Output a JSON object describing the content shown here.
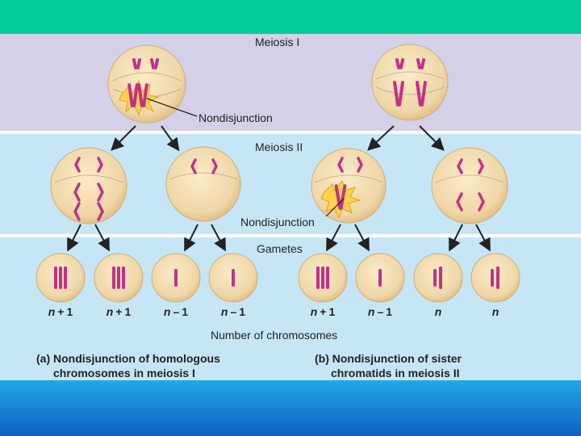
{
  "labels": {
    "meiosis1": "Meiosis I",
    "meiosis2": "Meiosis II",
    "nondisjunction_top": "Nondisjunction",
    "nondisjunction_mid": "Nondisjunction",
    "gametes": "Gametes",
    "axis_title": "Number of chromosomes"
  },
  "gamete_counts": [
    {
      "n": "n",
      "op": "+",
      "k": "1"
    },
    {
      "n": "n",
      "op": "+",
      "k": "1"
    },
    {
      "n": "n",
      "op": "–",
      "k": "1"
    },
    {
      "n": "n",
      "op": "–",
      "k": "1"
    },
    {
      "n": "n",
      "op": "+",
      "k": "1"
    },
    {
      "n": "n",
      "op": "–",
      "k": "1"
    },
    {
      "n": "n",
      "op": "",
      "k": ""
    },
    {
      "n": "n",
      "op": "",
      "k": ""
    }
  ],
  "captions": {
    "a_line1": "(a) Nondisjunction of homologous",
    "a_line2": "chromosomes in meiosis I",
    "b_line1": "(b) Nondisjunction of sister",
    "b_line2": "chromatids in meiosis II"
  },
  "colors": {
    "top_bar": "#00cc99",
    "meiosis1_band": "#d3d0e8",
    "meiosis2_band": "#c6e6f6",
    "bottom_bar": "#1a8fe0",
    "cell_fill": "#f2dcae",
    "chromosome": "#c2308a",
    "flash": "#ffd24a"
  }
}
